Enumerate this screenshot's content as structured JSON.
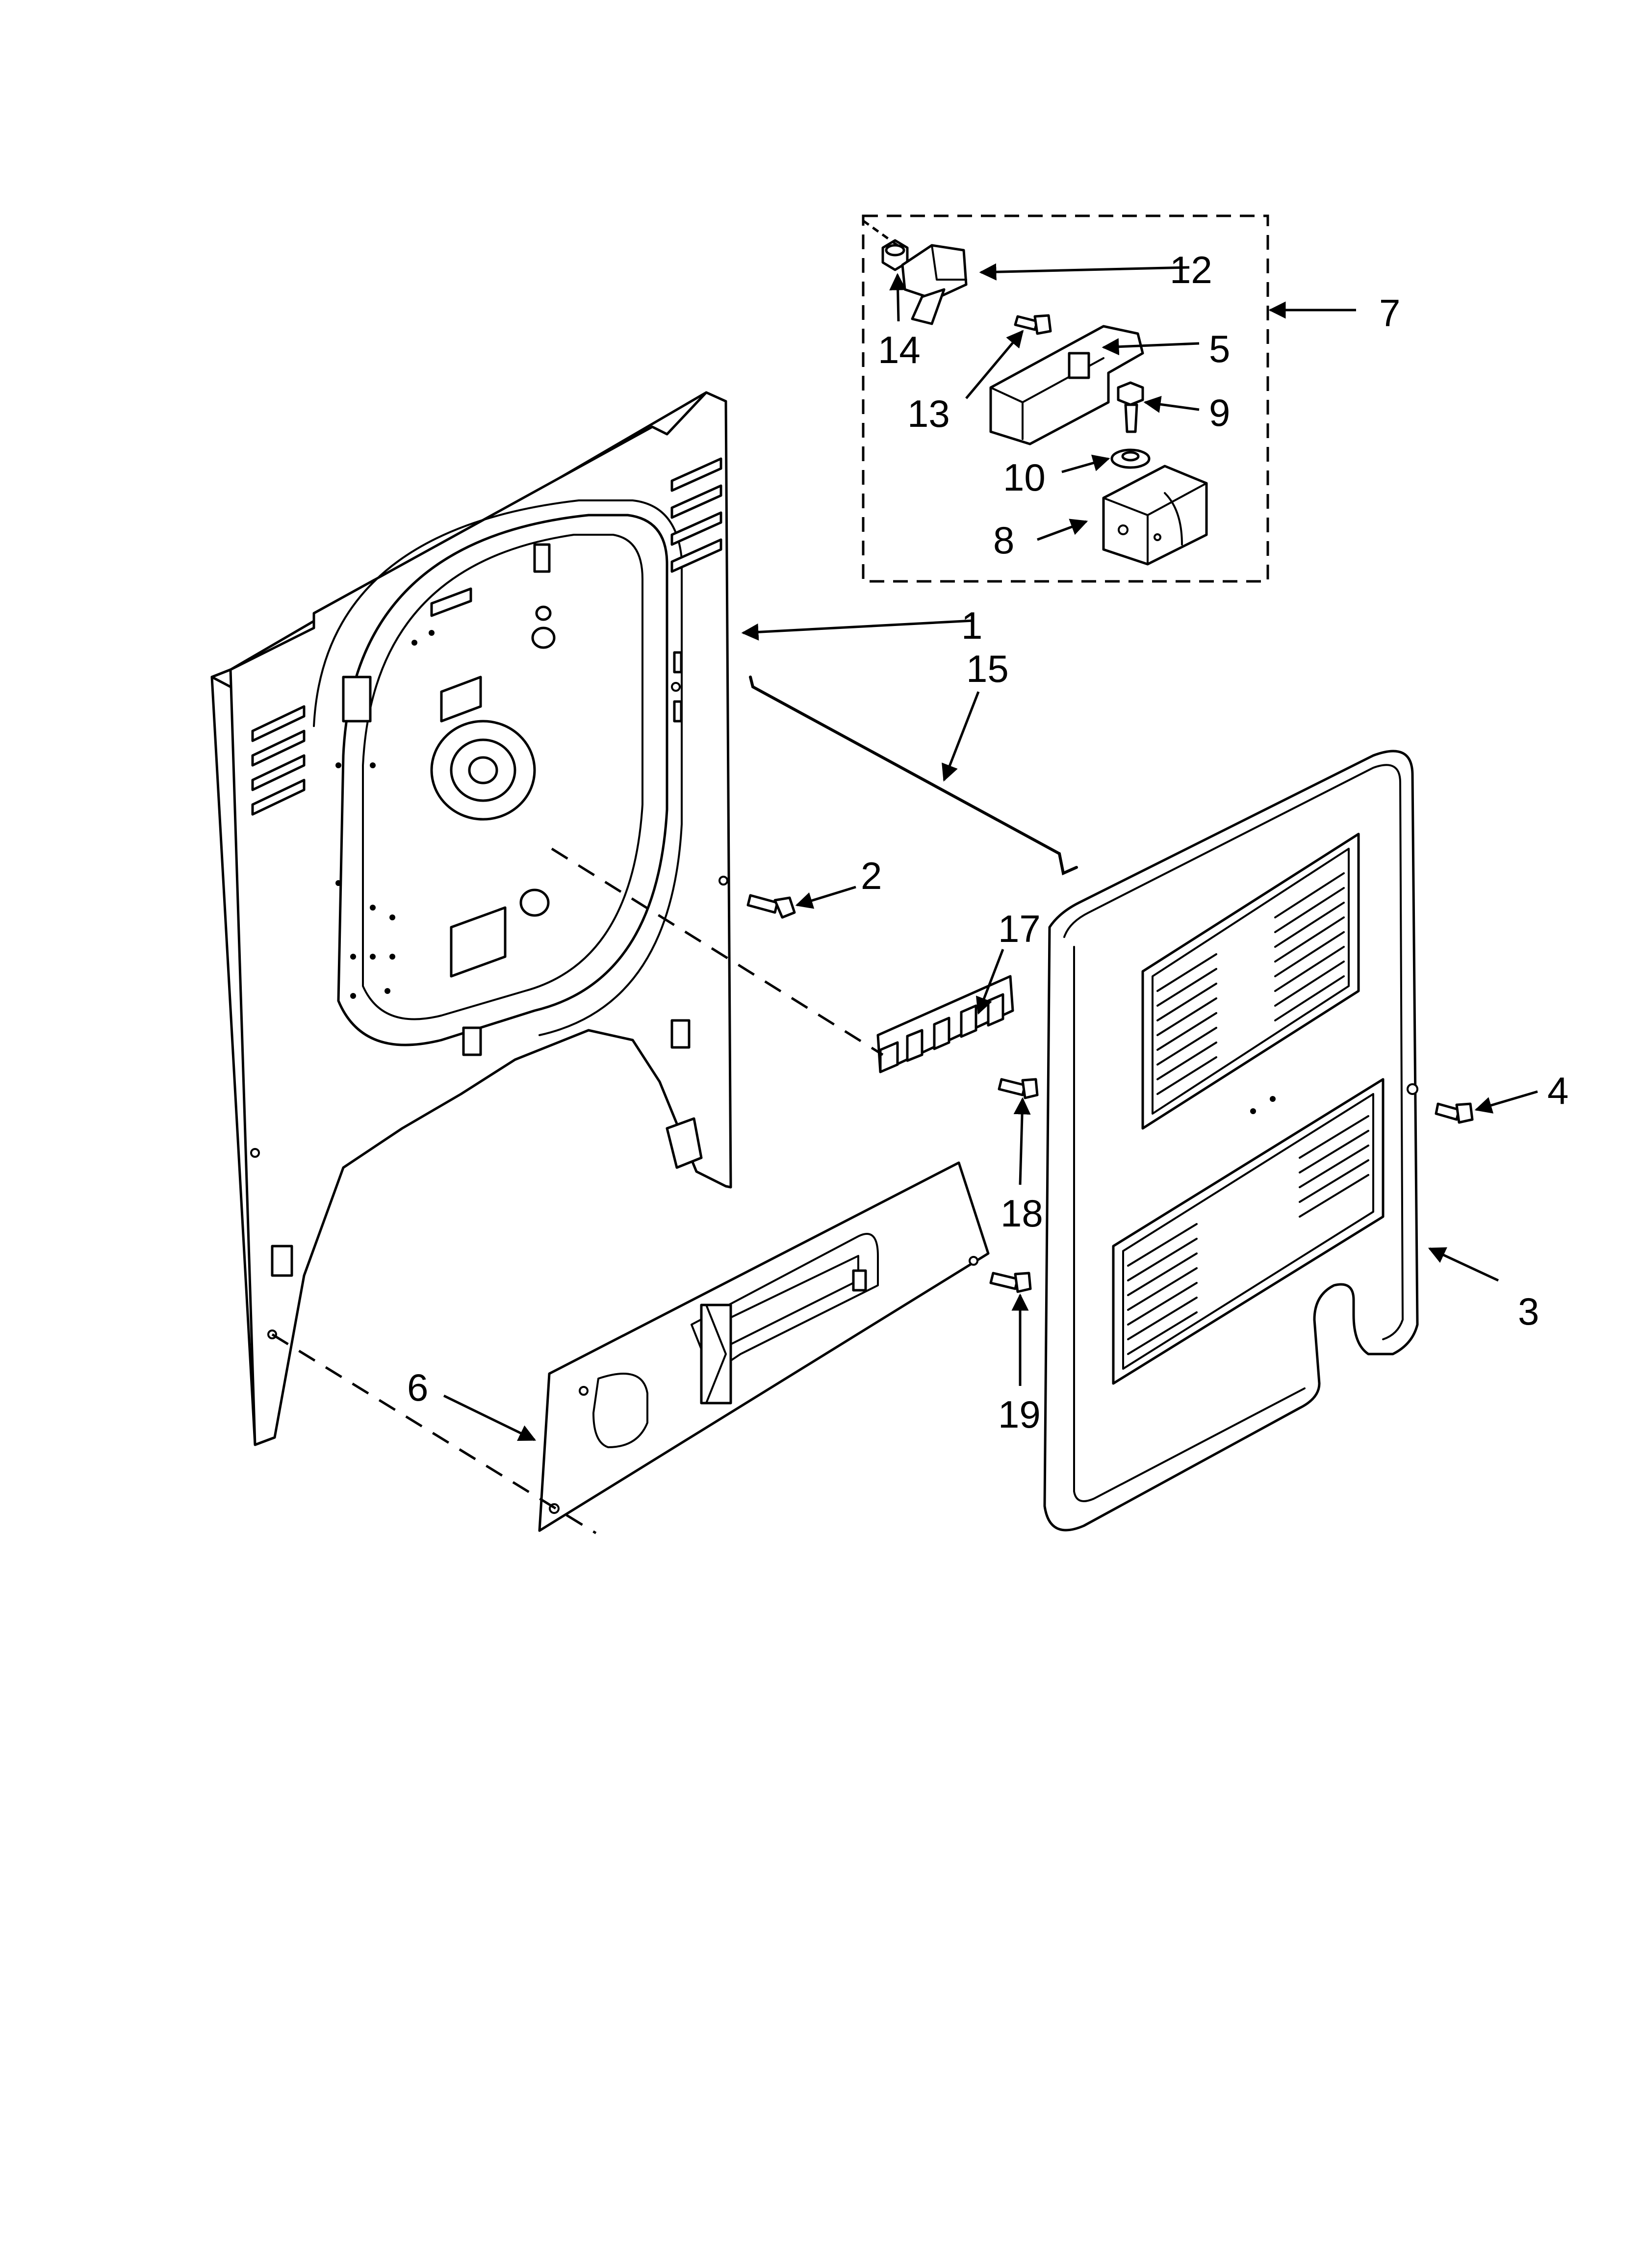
{
  "diagram": {
    "callouts": [
      {
        "id": "1",
        "label": "1"
      },
      {
        "id": "2",
        "label": "2"
      },
      {
        "id": "3",
        "label": "3"
      },
      {
        "id": "4",
        "label": "4"
      },
      {
        "id": "5",
        "label": "5"
      },
      {
        "id": "6",
        "label": "6"
      },
      {
        "id": "7",
        "label": "7"
      },
      {
        "id": "8",
        "label": "8"
      },
      {
        "id": "9",
        "label": "9"
      },
      {
        "id": "10",
        "label": "10"
      },
      {
        "id": "12",
        "label": "12"
      },
      {
        "id": "13",
        "label": "13"
      },
      {
        "id": "14",
        "label": "14"
      },
      {
        "id": "15",
        "label": "15"
      },
      {
        "id": "17",
        "label": "17"
      },
      {
        "id": "18",
        "label": "18"
      },
      {
        "id": "19",
        "label": "19"
      }
    ]
  }
}
